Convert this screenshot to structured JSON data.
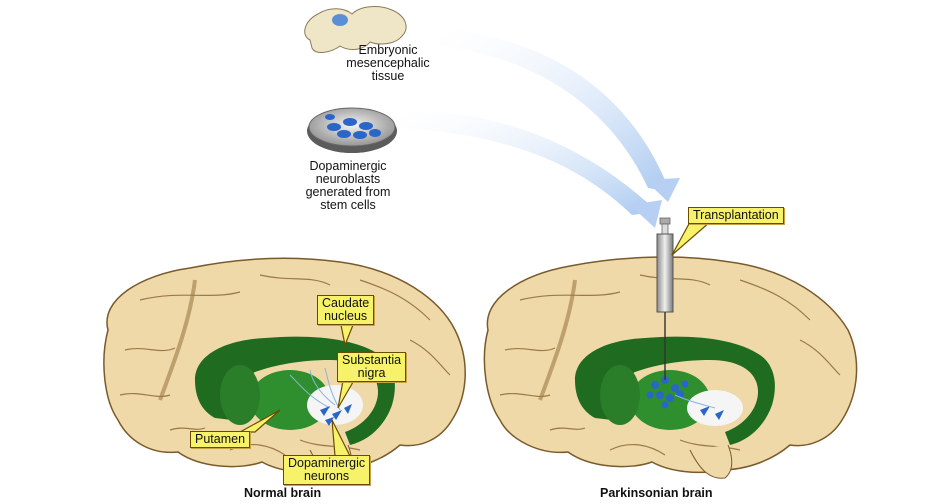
{
  "sources": {
    "embryonic_label": "Embryonic\nmesencephalic\ntissue",
    "stem_cell_label": "Dopaminergic\nneuroblasts\ngenerated from\nstem cells"
  },
  "callouts": {
    "transplantation": "Transplantation",
    "caudate": "Caudate\nnucleus",
    "substantia": "Substantia\nnigra",
    "putamen": "Putamen",
    "dopaminergic": "Dopaminergic\nneurons"
  },
  "captions": {
    "normal": "Normal brain",
    "parkinsonian": "Parkinsonian brain"
  },
  "colors": {
    "brain_fill": "#efd9a8",
    "brain_stroke": "#7a5a2a",
    "striatum_dark": "#1f6b1f",
    "striatum_light": "#2f8f2f",
    "arrow_blue": "#c9dcf5",
    "callout_yellow": "#f6f26a",
    "neuron_blue": "#2a66c8"
  }
}
